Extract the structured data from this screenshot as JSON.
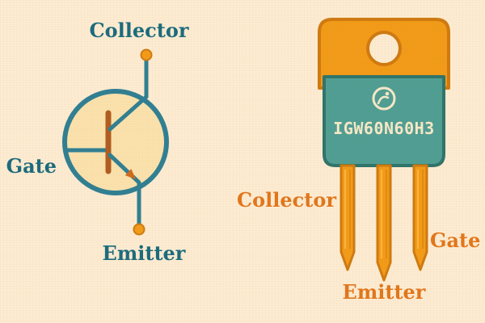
{
  "canvas": {
    "background": "#fdecd2"
  },
  "colors": {
    "teal_line": "#2f7f93",
    "teal_label": "#1a6b7e",
    "orange": "#f29b18",
    "orange_dark": "#cf7a10",
    "orange_label": "#e2761b",
    "bar_brown": "#b05c20",
    "arrow_orange": "#cf6a1d",
    "body_teal": "#4f9e94",
    "body_teal_dark": "#2f746b",
    "cream_text": "#f7e9c8",
    "symbol_fill": "#fbe2ad"
  },
  "symbol_panel": {
    "labels": {
      "collector": "Collector",
      "gate": "Gate",
      "emitter": "Emitter"
    }
  },
  "package_panel": {
    "part_number": "IGW60N60H3",
    "brand_icon": "infineon-logo",
    "labels": {
      "collector": "Collector",
      "gate": "Gate",
      "emitter": "Emitter"
    }
  }
}
